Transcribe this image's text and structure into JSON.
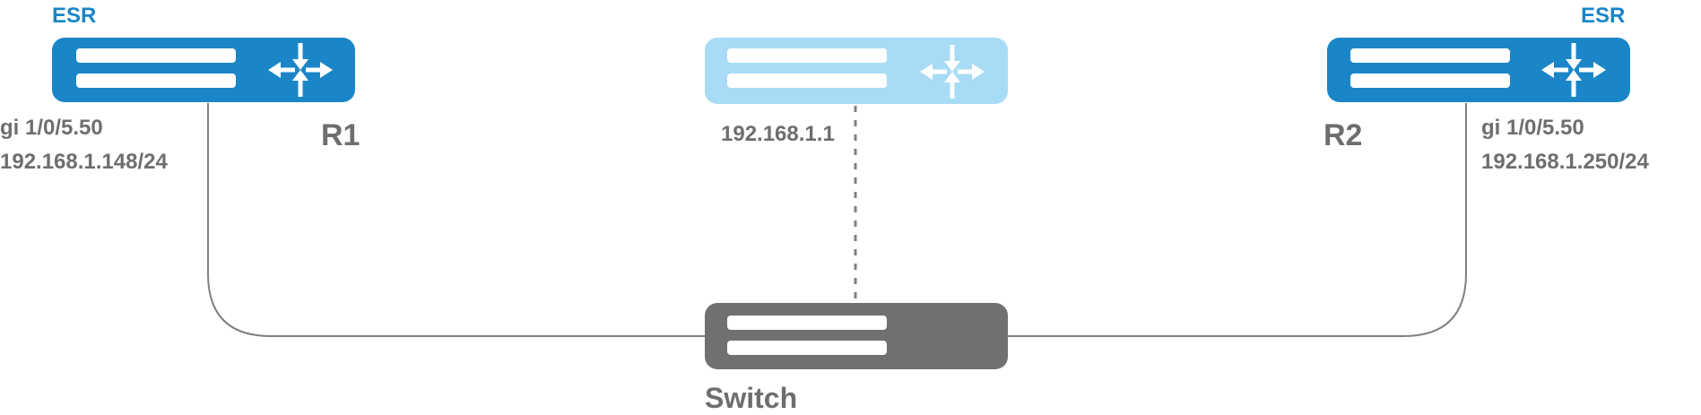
{
  "diagram": {
    "colors": {
      "router": "#1a86c8",
      "vip_router": "#a8dcf6",
      "switch": "#707070",
      "line": "#808080",
      "text": "#6e6e6e"
    },
    "r1": {
      "brand": "ESR",
      "name": "R1",
      "interface": "gi 1/0/5.50",
      "ip": "192.168.1.148/24"
    },
    "r2": {
      "brand": "ESR",
      "name": "R2",
      "interface": "gi 1/0/5.50",
      "ip": "192.168.1.250/24"
    },
    "virtual_router": {
      "ip": "192.168.1.1"
    },
    "switch": {
      "name": "Switch"
    }
  }
}
